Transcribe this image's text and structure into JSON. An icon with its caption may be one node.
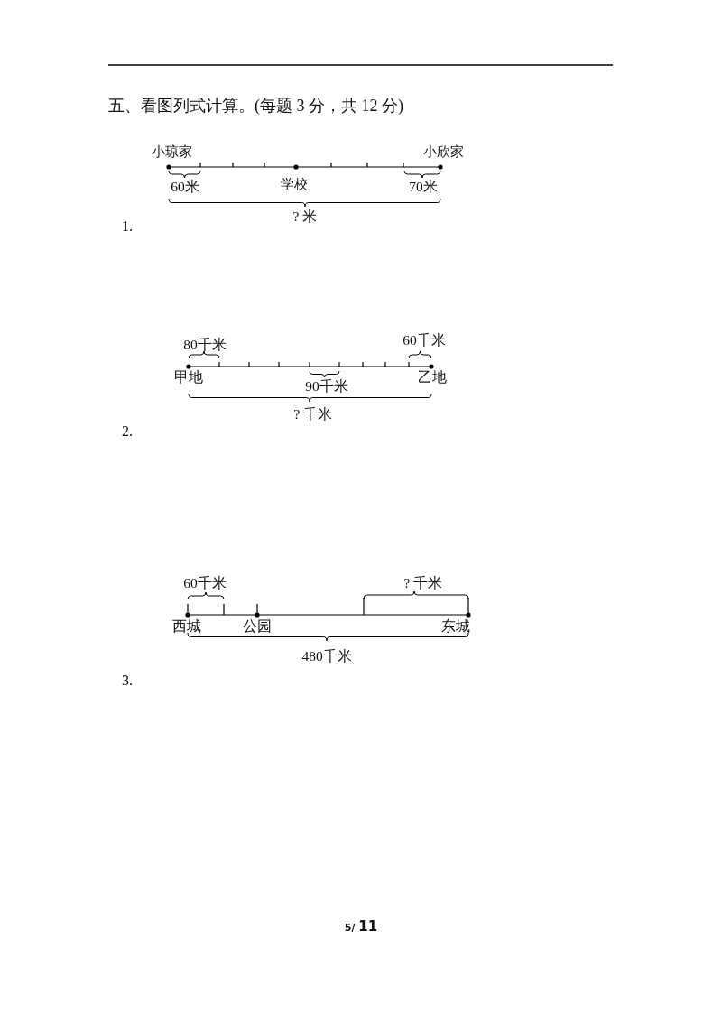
{
  "diagram": {
    "title": "五、看图列式计算。(每题 3 分，共 12 分)",
    "labels": [
      "小琼家",
      "小欣家",
      "60米",
      "学校",
      "70米",
      "? 米",
      "1.",
      "80千米",
      "60千米",
      "甲地",
      "90千米",
      "乙地",
      "? 千米",
      "2.",
      "60千米",
      "? 千米",
      "西城",
      "公园",
      "东城",
      "480千米",
      "3.",
      "5/ **11**"
    ]
  }
}
